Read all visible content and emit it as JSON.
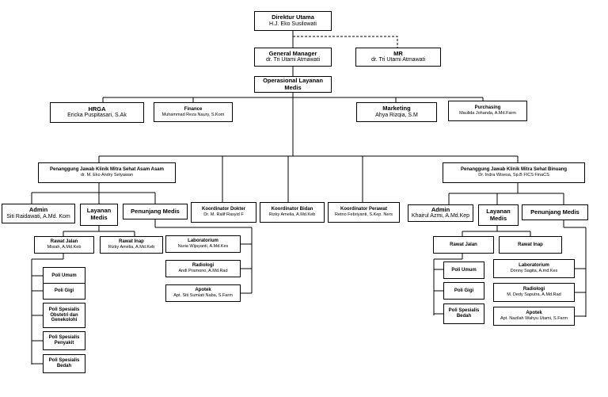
{
  "top": {
    "director": {
      "title": "Direktur Utama",
      "name": "H.J. Eko Susilowati"
    },
    "gm": {
      "title": "General Manager",
      "name": "dr. Tri Utami Atmawati"
    },
    "mr": {
      "title": "MR",
      "name": "dr. Tri Utami Atmawati"
    },
    "ops": {
      "title": "Operasional Layanan Medis"
    }
  },
  "departments": {
    "hrga": {
      "title": "HRGA",
      "name": "Ericka Puspitasari, S.Ak"
    },
    "finance": {
      "title": "Finance",
      "name": "Muhammad Reza Naury, S.Kom"
    },
    "marketing": {
      "title": "Marketing",
      "name": "Ahya Rizqia, S.M"
    },
    "purchasing": {
      "title": "Purchasing",
      "name": "Maulida Johanda, A.Md.Farm"
    }
  },
  "coordinators": {
    "dokter": {
      "title": "Koordinator Dokter",
      "name": "Dr. M. Ralif Rasyid F"
    },
    "bidan": {
      "title": "Koordinator Bidan",
      "name": "Rizky Amelia, A.Md.Keb"
    },
    "perawat": {
      "title": "Koordinator Perawat",
      "name": "Retno Febriyanti, S.Kep. Ners"
    }
  },
  "left_clinic": {
    "pj": {
      "title": "Penanggung Jawab Klinik Mitra Sehat Asam Asam",
      "name": "dr. M. Eko Andry Setyawan"
    },
    "admin": {
      "title": "Admin",
      "name": "Siti Raidawati, A.Md. Kom"
    },
    "layanan": {
      "title": "Layanan Medis"
    },
    "penunjang": {
      "title": "Penunjang Medis"
    },
    "rawat_jalan": {
      "title": "Rawat Jalan",
      "name": "Misiah, A.Md.Keb"
    },
    "rawat_inap": {
      "title": "Rawat Inap",
      "name": "Rizky Amelia, A.Md.Keb"
    },
    "lab": {
      "title": "Laboratorium",
      "name": "Nuria Wijayanti, A.Md.Kes"
    },
    "radiologi": {
      "title": "Radiologi",
      "name": "Andi Pramono, A.Md.Rad"
    },
    "apotek": {
      "title": "Apotek",
      "name": "Apt. Siti Sumiati Naba, S.Farm"
    },
    "poli": [
      "Poli Umum",
      "Poli Gigi",
      "Poli Spesialis Obstetri dan Genekolohi",
      "Poli Spesialis Penyakit",
      "Poli Spesialis Bedah"
    ]
  },
  "right_clinic": {
    "pj": {
      "title": "Penanggung Jawab Klinik Mitra Sehat Binuang",
      "name": "Dr. Indra Wisesa, Sp.B FICS FinaCS"
    },
    "admin": {
      "title": "Admin",
      "name": "Khairul Azmi, A.Md.Kep"
    },
    "layanan": {
      "title": "Layanan Medis"
    },
    "penunjang": {
      "title": "Penunjang Medis"
    },
    "rawat_jalan": {
      "title": "Rawat Jalan"
    },
    "rawat_inap": {
      "title": "Rawat Inap"
    },
    "lab": {
      "title": "Laboratorium",
      "name": "Donny Sagita, A.md.Kes"
    },
    "radiologi": {
      "title": "Radiologi",
      "name": "M. Dedy Saputra, A.Md.Rad"
    },
    "apotek": {
      "title": "Apotek",
      "name": "Apt. Nazilah Wahyu Utami, S.Farm"
    },
    "poli": [
      "Poli Umum",
      "Poli Gigi",
      "Poli Spesialis Bedah"
    ]
  }
}
